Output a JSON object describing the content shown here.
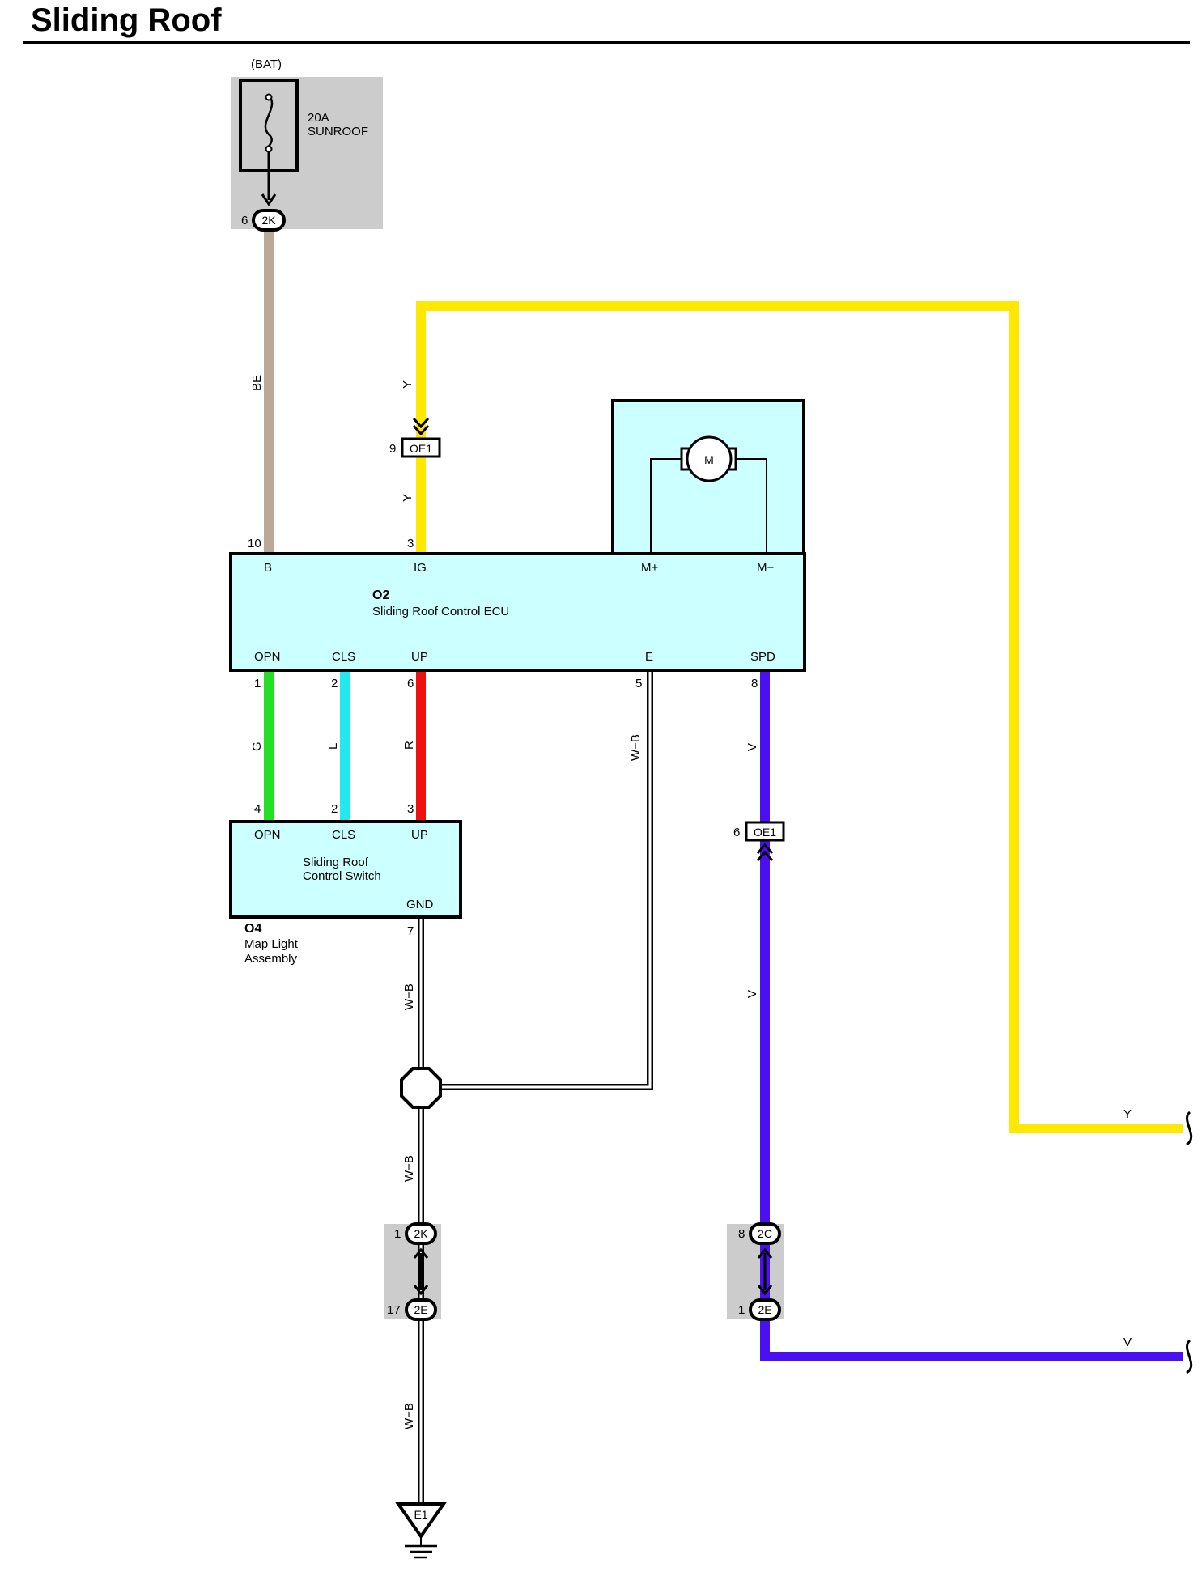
{
  "title": "Sliding Roof",
  "colors": {
    "beige": "#BBA896",
    "yellow": "#FFE800",
    "green": "#22E022",
    "blue_light": "#22E8F0",
    "red": "#F01010",
    "violet": "#4A10F0",
    "component_fill": "#CCFFFF",
    "shade_gray": "#CCCCCC"
  },
  "fuse": {
    "source": "(BAT)",
    "rating": "20A",
    "name": "SUNROOF",
    "connector": "2K",
    "pin": "6"
  },
  "ecu": {
    "code": "O2",
    "name": "Sliding Roof Control ECU",
    "top_pins": [
      {
        "label": "B",
        "number": "10"
      },
      {
        "label": "IG",
        "number": "3"
      },
      {
        "label": "M+",
        "number": ""
      },
      {
        "label": "M−",
        "number": ""
      }
    ],
    "bottom_pins": [
      {
        "label": "OPN",
        "number": "1"
      },
      {
        "label": "CLS",
        "number": "2"
      },
      {
        "label": "UP",
        "number": "6"
      },
      {
        "label": "E",
        "number": "5"
      },
      {
        "label": "SPD",
        "number": "8"
      }
    ]
  },
  "motor": {
    "symbol": "M"
  },
  "switch": {
    "code": "O4",
    "assembly": [
      "Map Light",
      "Assembly"
    ],
    "name": [
      "Sliding Roof",
      "Control Switch"
    ],
    "top_pins": [
      {
        "label": "OPN",
        "number": "4"
      },
      {
        "label": "CLS",
        "number": "2"
      },
      {
        "label": "UP",
        "number": "3"
      }
    ],
    "gnd_pin": {
      "label": "GND",
      "number": "7"
    }
  },
  "wires": {
    "be": "BE",
    "y": "Y",
    "g": "G",
    "l": "L",
    "r": "R",
    "wb": "W−B",
    "v": "V"
  },
  "connectors": {
    "oe1_top": {
      "name": "OE1",
      "pin": "9"
    },
    "oe1_bottom": {
      "name": "OE1",
      "pin": "6"
    },
    "j_2k": {
      "name": "2K",
      "pin": "1"
    },
    "j_2e_left": {
      "name": "2E",
      "pin": "17"
    },
    "j_2c": {
      "name": "2C",
      "pin": "8"
    },
    "j_2e_right": {
      "name": "2E",
      "pin": "1"
    }
  },
  "ground": {
    "name": "E1"
  }
}
